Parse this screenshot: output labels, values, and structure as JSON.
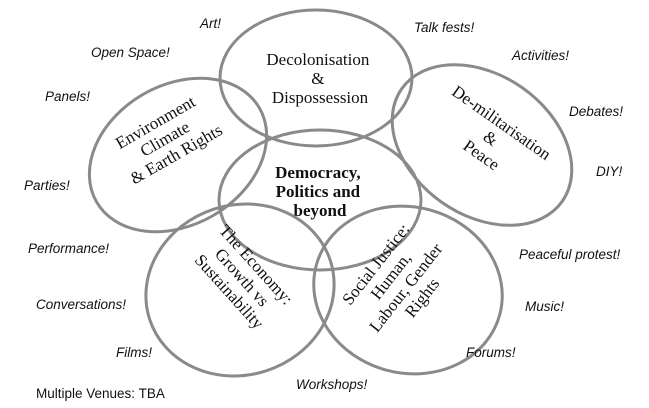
{
  "diagram": {
    "center": [
      "Democracy,",
      "Politics and",
      "beyond"
    ],
    "top": [
      "Decolonisation",
      "&",
      "Dispossession"
    ],
    "left": [
      "Environment",
      "Climate",
      "& Earth Rights"
    ],
    "right": [
      "De-militarisation",
      "&",
      "Peace"
    ],
    "bottom_left": [
      "The Economy:",
      "Growth vs",
      "Sustainability"
    ],
    "bottom_right": [
      "Social Justice:",
      "Human,",
      "Labour, Gender",
      "Rights"
    ]
  },
  "activities": [
    "Art!",
    "Talk fests!",
    "Open Space!",
    "Activities!",
    "Panels!",
    "Debates!",
    "DIY!",
    "Parties!",
    "Performance!",
    "Peaceful protest!",
    "Conversations!",
    "Music!",
    "Films!",
    "Forums!",
    "Workshops!"
  ],
  "footer": "Multiple Venues: TBA"
}
